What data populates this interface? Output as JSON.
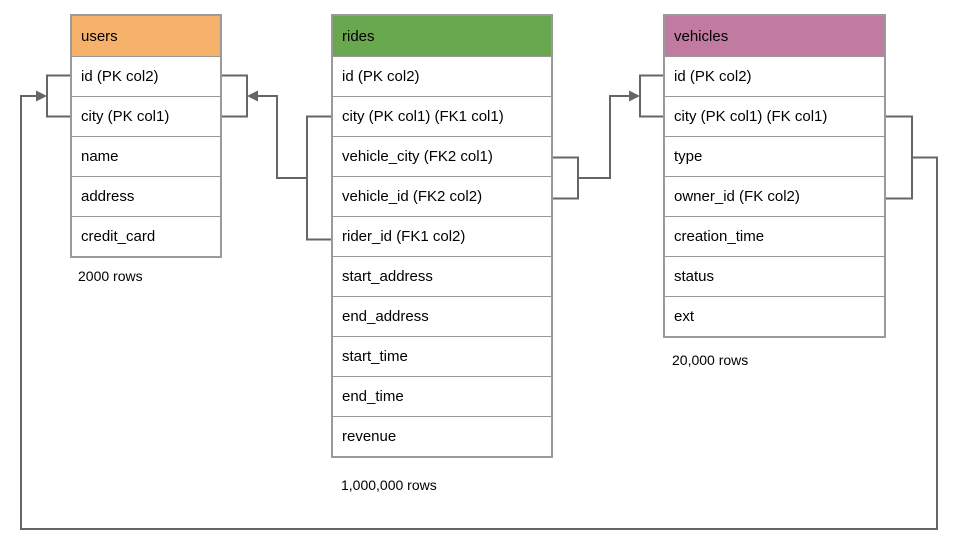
{
  "diagram": {
    "tables": {
      "users": {
        "title": "users",
        "header_color": "#f6b26b",
        "columns": [
          "id (PK col2)",
          "city (PK col1)",
          "name",
          "address",
          "credit_card"
        ],
        "row_count_label": "2000 rows"
      },
      "rides": {
        "title": "rides",
        "header_color": "#6aa84f",
        "columns": [
          "id (PK col2)",
          "city (PK col1) (FK1 col1)",
          "vehicle_city (FK2 col1)",
          "vehicle_id (FK2 col2)",
          "rider_id (FK1 col2)",
          "start_address",
          "end_address",
          "start_time",
          "end_time",
          "revenue"
        ],
        "row_count_label": "1,000,000 rows"
      },
      "vehicles": {
        "title": "vehicles",
        "header_color": "#c27ba0",
        "columns": [
          "id (PK col2)",
          "city (PK col1) (FK col1)",
          "type",
          "owner_id (FK col2)",
          "creation_time",
          "status",
          "ext"
        ],
        "row_count_label": "20,000 rows"
      }
    },
    "connector_color": "#666666",
    "table_border_color": "#9a9a9a",
    "row_divider_color": "#999999"
  }
}
